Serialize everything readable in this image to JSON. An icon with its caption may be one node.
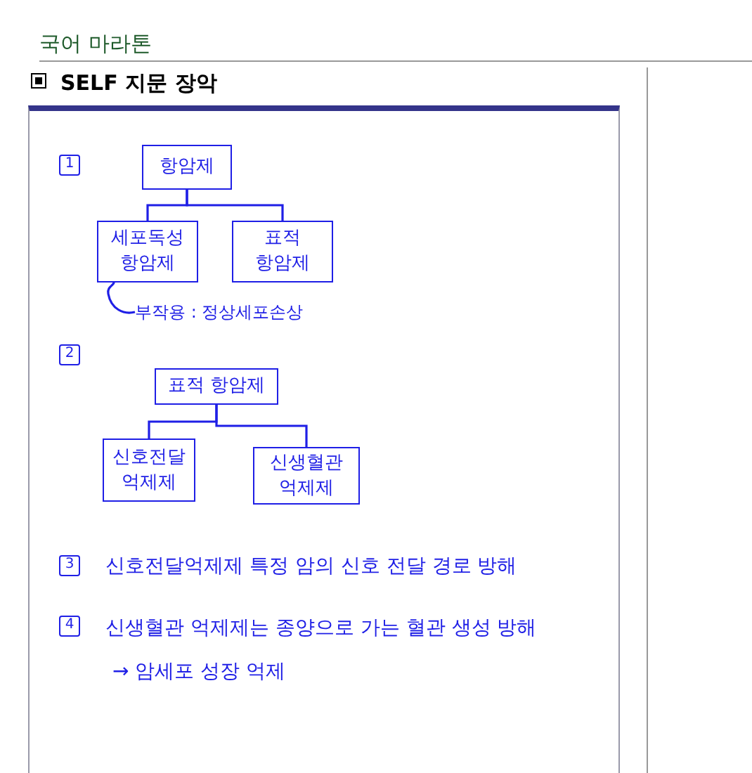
{
  "diagram": {
    "title": "SELF 지문 장악",
    "nodes": [
      {
        "text": [
          "항암제"
        ]
      },
      {
        "text": [
          "세포독성 항암제"
        ]
      },
      {
        "text": [
          "표적 항암제"
        ]
      },
      {
        "text": [
          "표적 항암제"
        ]
      },
      {
        "text": [
          "신호전달 억제제"
        ]
      },
      {
        "text": [
          "신생혈관 억제제"
        ]
      },
      {
        "text": [
          "부작용 : 정상세포손상"
        ]
      }
    ],
    "edges": [
      {
        "from": 0,
        "to": 1,
        "arrow": "none"
      },
      {
        "from": 0,
        "to": 2,
        "arrow": "none"
      },
      {
        "from": 3,
        "to": 4,
        "arrow": "none"
      },
      {
        "from": 3,
        "to": 5,
        "arrow": "none"
      },
      {
        "from": 6,
        "to": 1,
        "arrow": "none"
      }
    ],
    "labels": [
      "국어 마라톤",
      "1",
      "2",
      "3",
      "신호전달억제제 특정 암의 신호 전달 경로 방해",
      "4",
      "신생혈관 억제제는 종양으로 가는 혈관 생성 방해",
      "→ 암세포 성장 억제"
    ]
  }
}
